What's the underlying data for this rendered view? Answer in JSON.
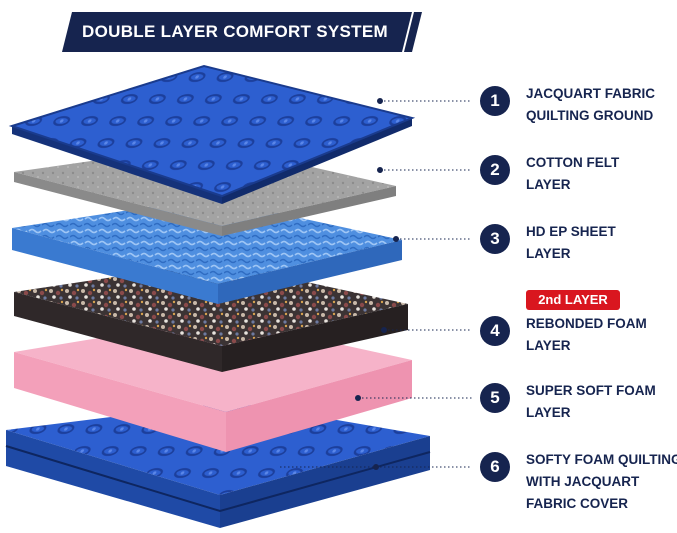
{
  "banner": {
    "title": "DOUBLE LAYER COMFORT SYSTEM"
  },
  "badge": {
    "text": "2nd LAYER"
  },
  "layers": [
    {
      "number": "1",
      "lines": [
        "JACQUART FABRIC",
        "QUILTING GROUND"
      ]
    },
    {
      "number": "2",
      "lines": [
        "COTTON FELT",
        "LAYER"
      ]
    },
    {
      "number": "3",
      "lines": [
        "HD EP SHEET",
        "LAYER"
      ]
    },
    {
      "number": "4",
      "lines": [
        "REBONDED FOAM",
        "LAYER"
      ]
    },
    {
      "number": "5",
      "lines": [
        "SUPER SOFT FOAM",
        "LAYER"
      ]
    },
    {
      "number": "6",
      "lines": [
        "SOFTY FOAM QUILTING",
        "WITH JACQUART",
        "FABRIC COVER"
      ]
    }
  ],
  "colors": {
    "navy": "#16244f",
    "badge_red": "#d9161f",
    "jacquard_blue": "#2d5fd0",
    "felt_gray": "#9a9a9a",
    "ep_sheet_blue": "#4f8fe0",
    "rebonded_mix": "#4a3f3c",
    "soft_foam_pink": "#f6b3c9"
  }
}
